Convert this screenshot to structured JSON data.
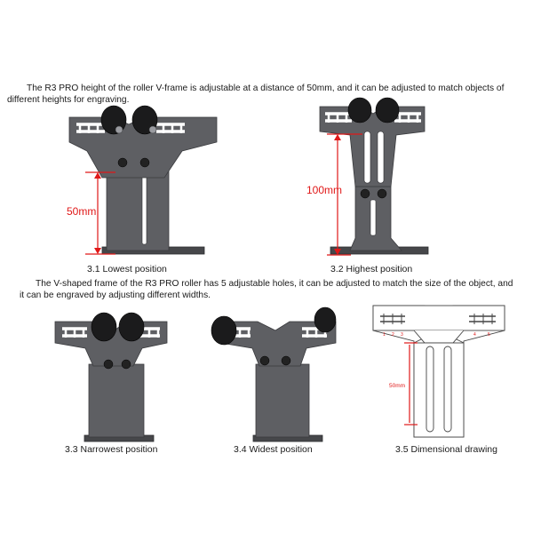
{
  "description_1": "The R3 PRO  height of the roller V-frame is adjustable at a distance of 50mm, and it can be adjusted to match objects of different heights for engraving.",
  "description_2": "The V-shaped frame of the R3 PRO roller has 5 adjustable holes, it can be adjusted to match the size of the object, and it can be engraved by adjusting different widths.",
  "figures": [
    {
      "caption": "3.1 Lowest position",
      "dimension": "50mm"
    },
    {
      "caption": "3.2 Highest position",
      "dimension": "100mm"
    },
    {
      "caption": "3.3  Narrowest position"
    },
    {
      "caption": "3.4 Widest position"
    },
    {
      "caption": "3.5 Dimensional drawing",
      "dimension": "50mm"
    }
  ],
  "hole_numbers": [
    "1",
    "2",
    "3",
    "4",
    "5"
  ],
  "colors": {
    "dimension": "#e01818",
    "metal": "#5e5f63"
  }
}
